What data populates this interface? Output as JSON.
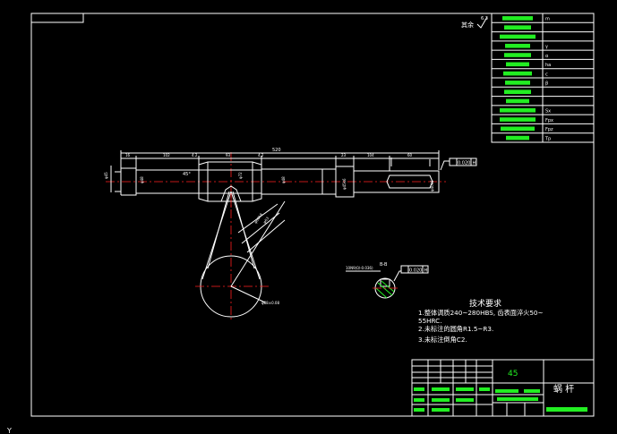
{
  "drawing": {
    "roughness_label": "其余",
    "roughness_value": "6.3",
    "overall_length": "520",
    "tolerance_top": "0.020",
    "tolerance_ref_top": "H",
    "section": {
      "label": "B-B",
      "keyway": "10N9(0/-0.036)",
      "tolerance": "0.020",
      "tolerance_ref": "H"
    },
    "angle": "45°"
  },
  "tech_requirements": {
    "title": "技术要求",
    "items": [
      "1.整体调质240~280HBS, 齿表面淬火50~",
      "55HRC.",
      "2.未标注的圆角R1.5~R3.",
      "3.未标注倒角C2."
    ]
  },
  "title_block": {
    "material": "45",
    "part_name": "蜗 杆"
  },
  "parameter_table": {
    "symbols": [
      "m",
      "",
      "",
      "γ",
      "α",
      "ha",
      "c",
      "β",
      "",
      "",
      "Sx",
      "Fpx",
      "Fpz",
      "Tp"
    ]
  },
  "colors": {
    "line": "#ffffff",
    "text_highlight": "#22ee22",
    "centerline": "#ff2020",
    "background": "#000000"
  }
}
